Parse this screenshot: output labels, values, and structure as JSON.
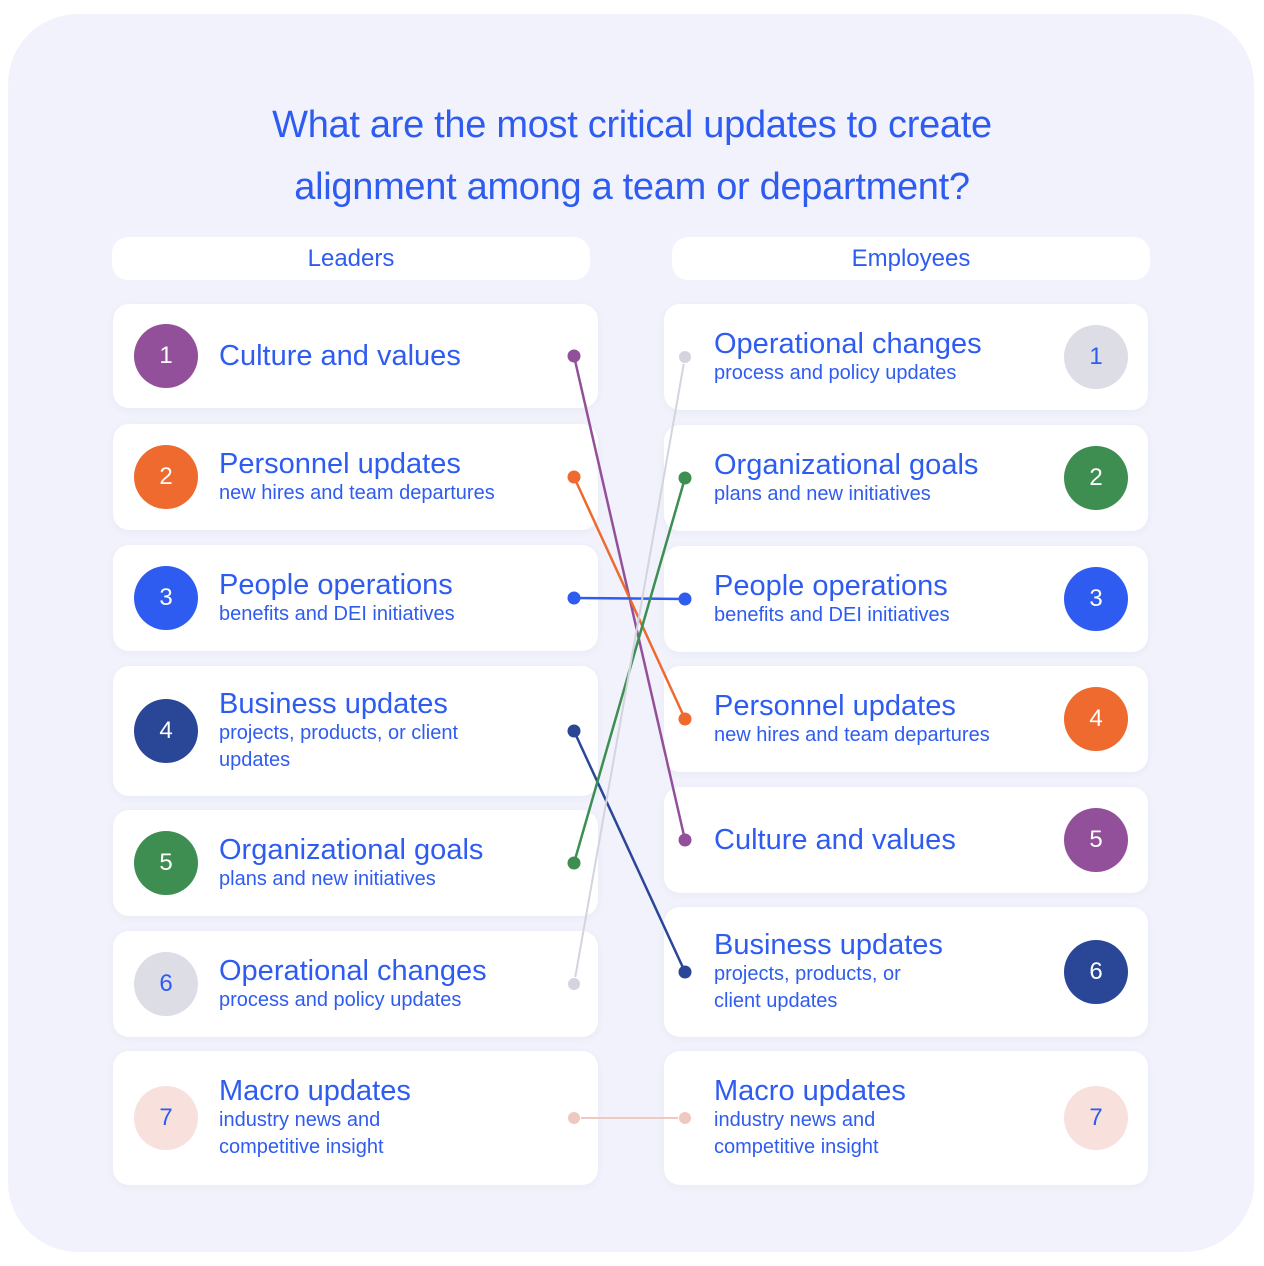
{
  "title": {
    "line1": "What are the most critical updates to create",
    "line2": "alignment among a team or department?"
  },
  "columns": {
    "left": "Leaders",
    "right": "Employees"
  },
  "colors": {
    "title_blue": "#2f5cf0",
    "purple": "#93509a",
    "orange": "#ee6a2f",
    "blue": "#2f5cf0",
    "navy": "#2a4696",
    "green": "#3e8e52",
    "light_gray": "#dcdde5",
    "light_pink": "#f8e1dd"
  },
  "categories": {
    "culture": {
      "label": "Culture and values",
      "sub_lines": [],
      "color": "#93509a",
      "badge_style": "dark"
    },
    "personnel": {
      "label": "Personnel updates",
      "sub_lines": [
        "new hires and team departures"
      ],
      "color": "#ee6a2f",
      "badge_style": "dark"
    },
    "people": {
      "label": "People operations",
      "sub_lines": [
        "benefits and DEI initiatives"
      ],
      "color": "#2f5cf0",
      "badge_style": "dark"
    },
    "business": {
      "label": "Business updates",
      "sub_lines": [
        "projects, products, or client",
        "updates"
      ],
      "sub_lines_right": [
        "projects, products, or",
        "client updates"
      ],
      "color": "#2a4696",
      "badge_style": "dark"
    },
    "goals": {
      "label": "Organizational goals",
      "sub_lines": [
        "plans and new initiatives"
      ],
      "color": "#3e8e52",
      "badge_style": "dark"
    },
    "operational": {
      "label": "Operational changes",
      "sub_lines": [
        "process and policy updates"
      ],
      "color": "#dcdde5",
      "badge_style": "light-gray"
    },
    "macro": {
      "label": "Macro updates",
      "sub_lines": [
        "industry news and",
        "competitive insight"
      ],
      "color": "#f8e1dd",
      "badge_style": "light-pink"
    }
  },
  "leaders": [
    {
      "rank": "1",
      "key": "culture"
    },
    {
      "rank": "2",
      "key": "personnel"
    },
    {
      "rank": "3",
      "key": "people"
    },
    {
      "rank": "4",
      "key": "business"
    },
    {
      "rank": "5",
      "key": "goals"
    },
    {
      "rank": "6",
      "key": "operational"
    },
    {
      "rank": "7",
      "key": "macro"
    }
  ],
  "employees": [
    {
      "rank": "1",
      "key": "operational"
    },
    {
      "rank": "2",
      "key": "goals"
    },
    {
      "rank": "3",
      "key": "people"
    },
    {
      "rank": "4",
      "key": "personnel"
    },
    {
      "rank": "5",
      "key": "culture"
    },
    {
      "rank": "6",
      "key": "business"
    },
    {
      "rank": "7",
      "key": "macro"
    }
  ]
}
